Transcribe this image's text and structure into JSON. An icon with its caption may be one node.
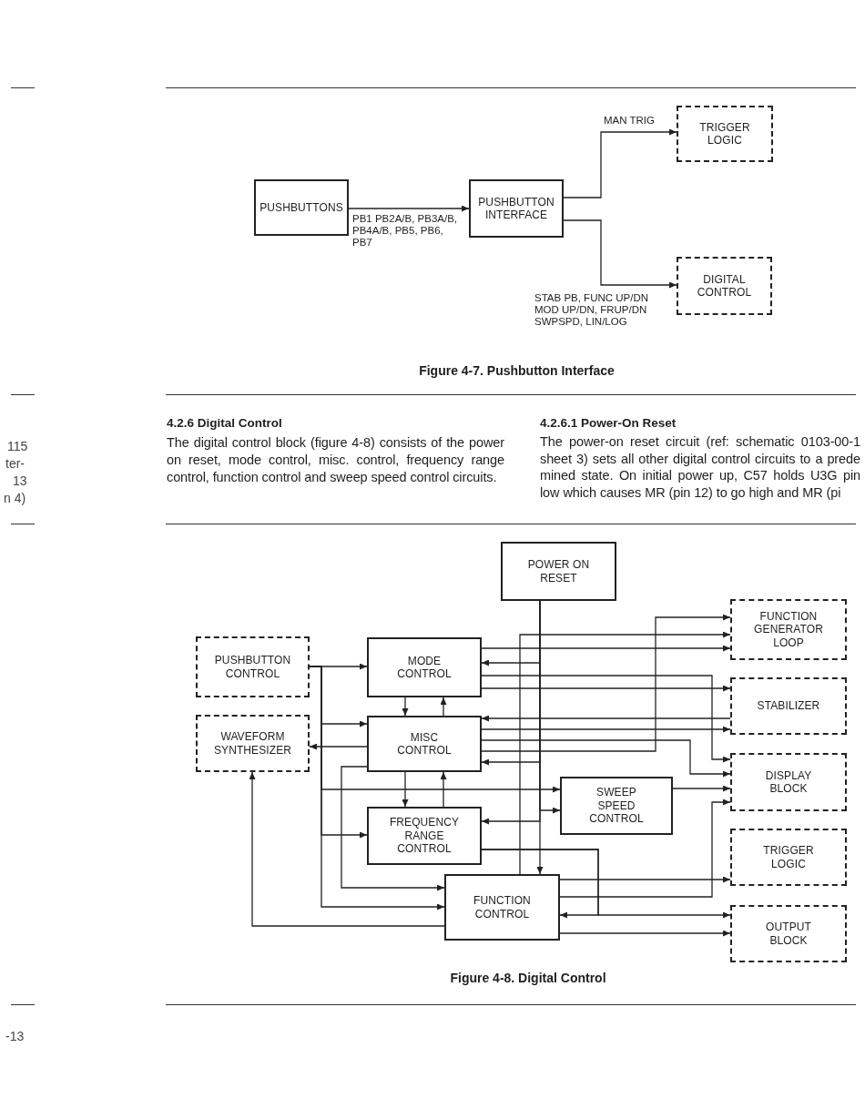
{
  "diagram": {
    "nodes": [
      {
        "text": [
          "PUSHBUTTONS"
        ]
      },
      {
        "text": [
          "PUSHBUTTON INTERFACE"
        ]
      },
      {
        "text": [
          "TRIGGER LOGIC"
        ]
      },
      {
        "text": [
          "DIGITAL CONTROL"
        ]
      },
      {
        "text": [
          "POWER ON RESET"
        ]
      },
      {
        "text": [
          "FUNCTION GENERATOR LOOP"
        ]
      },
      {
        "text": [
          "PUSHBUTTON CONTROL"
        ]
      },
      {
        "text": [
          "MODE CONTROL"
        ]
      },
      {
        "text": [
          "STABILIZER"
        ]
      },
      {
        "text": [
          "WAVEFORM SYNTHESIZER"
        ]
      },
      {
        "text": [
          "MISC CONTROL"
        ]
      },
      {
        "text": [
          "DISPLAY BLOCK"
        ]
      },
      {
        "text": [
          "SWEEP SPEED CONTROL"
        ]
      },
      {
        "text": [
          "FREQUENCY RANGE CONTROL"
        ]
      },
      {
        "text": [
          "TRIGGER LOGIC"
        ]
      },
      {
        "text": [
          "FUNCTION CONTROL"
        ]
      },
      {
        "text": [
          "OUTPUT BLOCK"
        ]
      }
    ],
    "edges": [
      {
        "from": 0,
        "to": 1,
        "arrow": "to",
        "label": "PB1 PB2A/B, PB3A/B, PB4A/B, PB5, PB6, PB7"
      },
      {
        "from": 1,
        "to": 2,
        "arrow": "to",
        "label": "MAN TRIG"
      },
      {
        "from": 1,
        "to": 3,
        "arrow": "to",
        "label": "STAB PB, FUNC UP/DN MOD UP/DN, FRUP/DN SWPSPD, LIN/LOG"
      },
      {
        "from": 6,
        "to": 7,
        "arrow": "to"
      },
      {
        "from": 6,
        "to": 10,
        "arrow": "to"
      },
      {
        "from": 6,
        "to": 12,
        "arrow": "to"
      },
      {
        "from": 6,
        "to": 13,
        "arrow": "to"
      },
      {
        "from": 6,
        "to": 15,
        "arrow": "to"
      },
      {
        "from": 10,
        "to": 9,
        "arrow": "to"
      },
      {
        "from": 10,
        "to": 15,
        "arrow": "to"
      },
      {
        "from": 15,
        "to": 9,
        "arrow": "to"
      },
      {
        "from": 7,
        "to": 10,
        "arrow": "to"
      },
      {
        "from": 10,
        "to": 7,
        "arrow": "to"
      },
      {
        "from": 10,
        "to": 13,
        "arrow": "to"
      },
      {
        "from": 13,
        "to": 10,
        "arrow": "to"
      },
      {
        "from": 4,
        "to": 7,
        "arrow": "to"
      },
      {
        "from": 4,
        "to": 10,
        "arrow": "to"
      },
      {
        "from": 4,
        "to": 12,
        "arrow": "to"
      },
      {
        "from": 4,
        "to": 13,
        "arrow": "to"
      },
      {
        "from": 4,
        "to": 15,
        "arrow": "to"
      },
      {
        "from": 8,
        "to": 10,
        "arrow": "to"
      },
      {
        "from": 15,
        "to": 5,
        "arrow": "to"
      },
      {
        "from": 10,
        "to": 5,
        "arrow": "to"
      },
      {
        "from": 7,
        "to": 5,
        "arrow": "to"
      },
      {
        "from": 7,
        "to": 11,
        "arrow": "to"
      },
      {
        "from": 7,
        "to": 8,
        "arrow": "to"
      },
      {
        "from": 10,
        "to": 8,
        "arrow": "to"
      },
      {
        "from": 10,
        "to": 11,
        "arrow": "to"
      },
      {
        "from": 12,
        "to": 11,
        "arrow": "to"
      },
      {
        "from": 13,
        "to": 15,
        "arrow": "to"
      },
      {
        "from": 13,
        "to": 16,
        "arrow": "to"
      },
      {
        "from": 15,
        "to": 14,
        "arrow": "to"
      },
      {
        "from": 15,
        "to": 11,
        "arrow": "to"
      },
      {
        "from": 15,
        "to": 16,
        "arrow": "to"
      }
    ],
    "labels": [
      "Figure 4-7. Pushbutton Interface",
      "115",
      "ter-",
      "13",
      "n 4)",
      "4.2.6 Digital Control",
      "The digital control block (figure 4-8) consists of the power on reset, mode control, misc. control, frequency range control, function control and sweep speed control circuits.",
      "4.2.6.1 Power-On Reset",
      "The power-on reset circuit (ref: schematic 0103-00-1 sheet 3) sets all other digital control circuits to a prede mined state. On initial power up, C57 holds U3G pin low which causes MR (pin 12) to go high and MR (pi",
      "Figure 4-8. Digital Control",
      "-13"
    ]
  }
}
